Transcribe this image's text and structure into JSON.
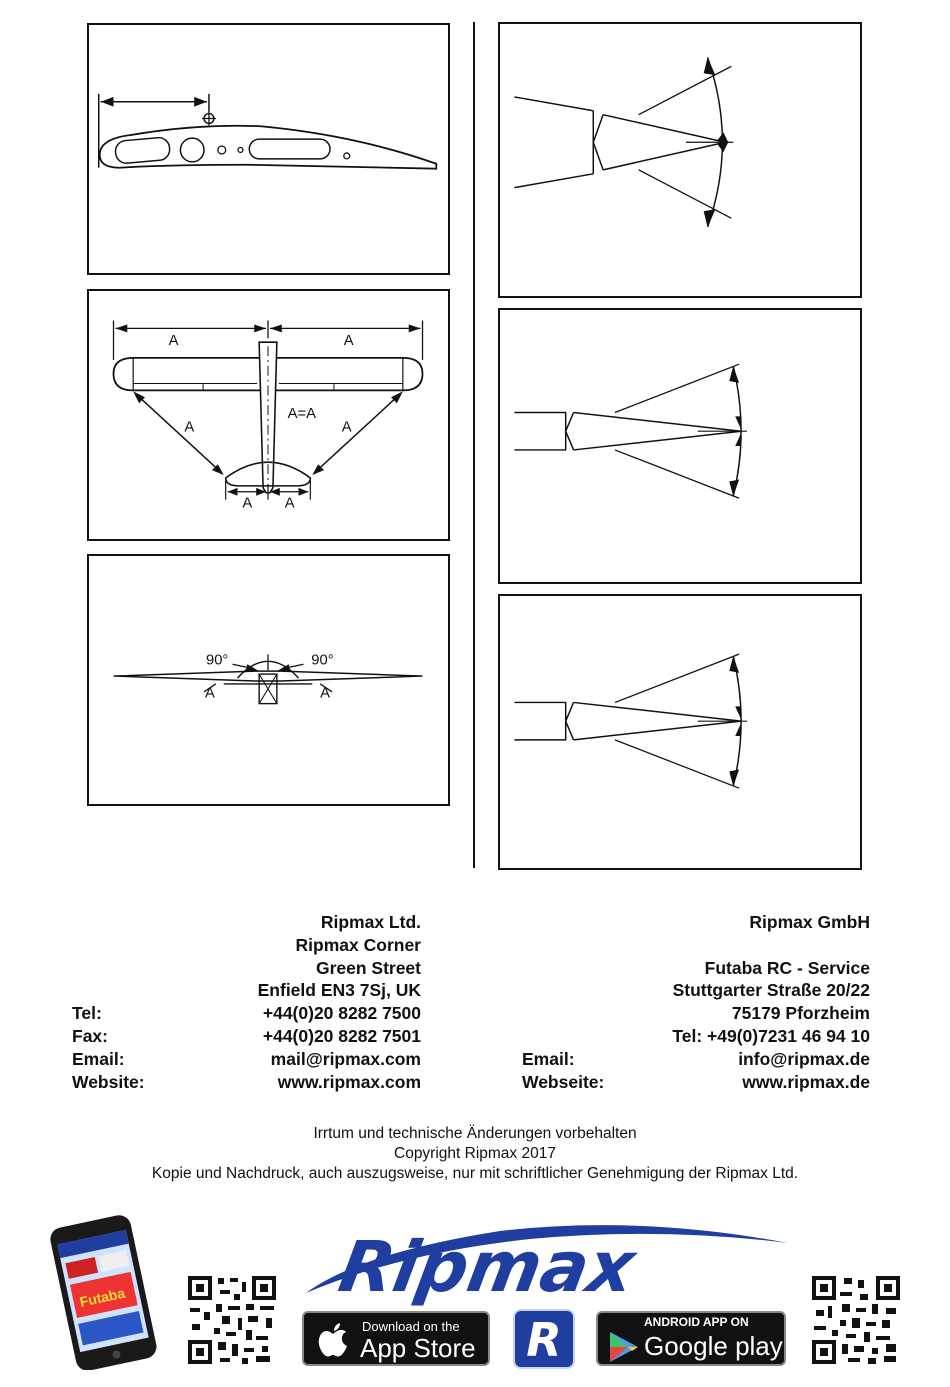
{
  "diagrams": {
    "wing_span_labels": [
      "A",
      "A"
    ],
    "diagonal_labels": [
      "A",
      "A"
    ],
    "center_label": "A=A",
    "tail_labels": [
      "A",
      "A"
    ],
    "dihedral_angles": [
      "90°",
      "90°"
    ],
    "dihedral_labels": [
      "A",
      "A"
    ]
  },
  "address_uk": {
    "company": "Ripmax Ltd.",
    "line2": "Ripmax Corner",
    "line3": "Green Street",
    "line4": "Enfield EN3 7Sj, UK",
    "tel_label": "Tel:",
    "tel": "+44(0)20 8282 7500",
    "fax_label": "Fax:",
    "fax": "+44(0)20 8282 7501",
    "email_label": "Email:",
    "email": "mail@ripmax.com",
    "web_label": "Website:",
    "web": "www.ripmax.com"
  },
  "address_de": {
    "company": "Ripmax GmbH",
    "line2": "Futaba RC - Service",
    "line3": "Stuttgarter Straße 20/22",
    "line4": "75179 Pforzheim",
    "tel": "Tel: +49(0)7231 46 94 10",
    "email_label": "Email:",
    "email": "info@ripmax.de",
    "web_label": "Webseite:",
    "web": "www.ripmax.de"
  },
  "legal": {
    "line1": "Irrtum und technische Änderungen vorbehalten",
    "line2": "Copyright Ripmax 2017",
    "line3": "Kopie und Nachdruck, auch auszugsweise, nur mit schriftlicher Genehmigung der Ripmax Ltd."
  },
  "footer": {
    "brand": "Ripmax",
    "appstore_small": "Download on the",
    "appstore_big": "App Store",
    "googleplay_small": "ANDROID APP ON",
    "googleplay_big": "Google play",
    "r_logo": "R",
    "phone_caption": "Futaba",
    "colors": {
      "brand_blue": "#1f3ea0",
      "badge_black": "#111111"
    }
  }
}
